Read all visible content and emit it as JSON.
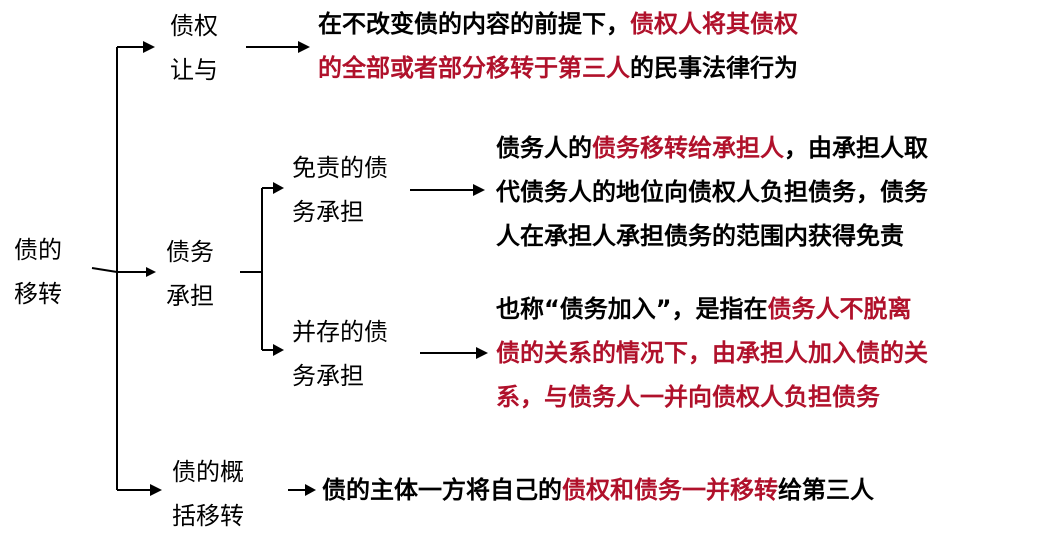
{
  "root": {
    "line1": "债的",
    "line2": "移转"
  },
  "branches": {
    "assignment": {
      "line1": "债权",
      "line2": "让与"
    },
    "assumption": {
      "line1": "债务",
      "line2": "承担"
    },
    "general": {
      "line1": "债的概",
      "line2": "括移转"
    }
  },
  "sub_branches": {
    "exempt": {
      "line1": "免责的债",
      "line2": "务承担"
    },
    "concurrent": {
      "line1": "并存的债",
      "line2": "务承担"
    }
  },
  "descriptions": {
    "assignment": [
      [
        {
          "t": "在不改变债的内容的前提下，",
          "hl": false
        },
        {
          "t": "债权人将其债权",
          "hl": true
        }
      ],
      [
        {
          "t": "的全部或者部分移转于第三人",
          "hl": true
        },
        {
          "t": "的民事法律行为",
          "hl": false
        }
      ]
    ],
    "exempt": [
      [
        {
          "t": "债务人的",
          "hl": false
        },
        {
          "t": "债务移转给承担人",
          "hl": true
        },
        {
          "t": "，由承担人取",
          "hl": false
        }
      ],
      [
        {
          "t": "代债务人的地位向债权人负担债务，债务",
          "hl": false
        }
      ],
      [
        {
          "t": "人在承担人承担债务的范围内获得免责",
          "hl": false
        }
      ]
    ],
    "concurrent": [
      [
        {
          "t": "也称“债务加入”，是指在",
          "hl": false
        },
        {
          "t": "债务人不脱离",
          "hl": true
        }
      ],
      [
        {
          "t": "债的关系的情况下，由承担人加入债的关",
          "hl": true
        }
      ],
      [
        {
          "t": "系，与债务人一并向债权人负担债务",
          "hl": true
        }
      ]
    ],
    "general": [
      [
        {
          "t": "债的主体一方将自己的",
          "hl": false
        },
        {
          "t": "债权和债务一并移转",
          "hl": true
        },
        {
          "t": "给第三人",
          "hl": false
        }
      ]
    ]
  },
  "colors": {
    "text": "#000000",
    "highlight": "#b0112b",
    "background": "#ffffff"
  },
  "icons": {
    "arrow": "right-arrow-icon"
  }
}
